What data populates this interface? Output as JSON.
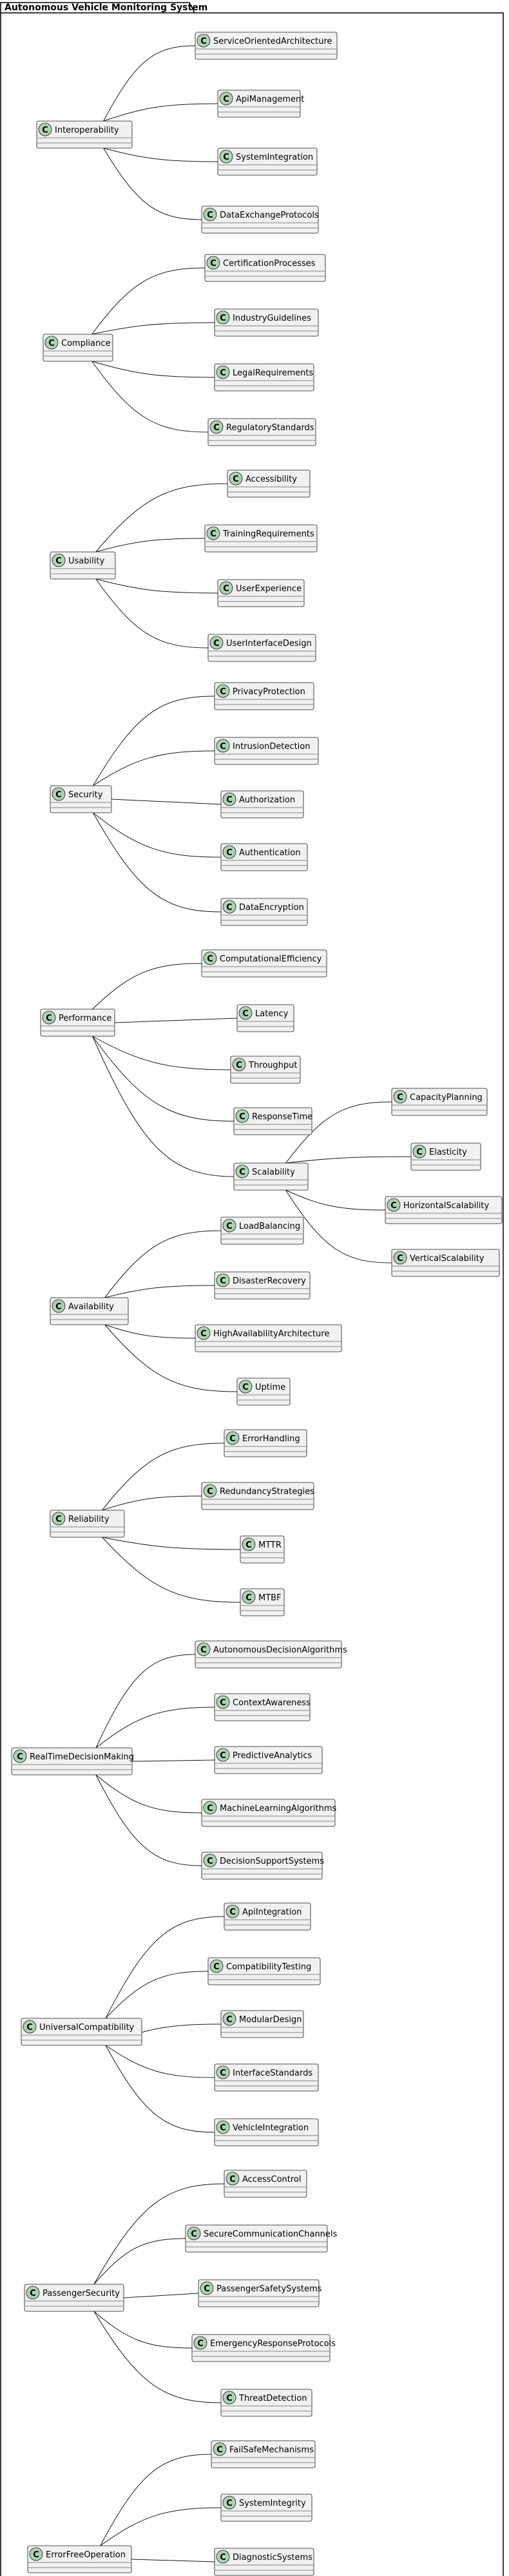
{
  "package": {
    "title": "Autonomous Vehicle Monitoring System"
  },
  "colors": {
    "class_fill": "#F1F1F1",
    "class_stroke": "#181818",
    "circle_fill": "#ADD1B2",
    "edge": "#181818"
  },
  "groups": [
    {
      "name": "Interoperability",
      "children": [
        "ServiceOrientedArchitecture",
        "ApiManagement",
        "SystemIntegration",
        "DataExchangeProtocols"
      ]
    },
    {
      "name": "Compliance",
      "children": [
        "CertificationProcesses",
        "IndustryGuidelines",
        "LegalRequirements",
        "RegulatoryStandards"
      ]
    },
    {
      "name": "Usability",
      "children": [
        "Accessibility",
        "TrainingRequirements",
        "UserExperience",
        "UserInterfaceDesign"
      ]
    },
    {
      "name": "Security",
      "children": [
        "PrivacyProtection",
        "IntrusionDetection",
        "Authorization",
        "Authentication",
        "DataEncryption"
      ]
    },
    {
      "name": "Performance",
      "children": [
        "ComputationalEfficiency",
        "Latency",
        "Throughput",
        "ResponseTime",
        "Scalability"
      ]
    },
    {
      "name": "Scalability",
      "children": [
        "CapacityPlanning",
        "Elasticity",
        "HorizontalScalability",
        "VerticalScalability"
      ]
    },
    {
      "name": "Availability",
      "children": [
        "LoadBalancing",
        "DisasterRecovery",
        "HighAvailabilityArchitecture",
        "Uptime"
      ]
    },
    {
      "name": "Reliability",
      "children": [
        "ErrorHandling",
        "RedundancyStrategies",
        "MTTR",
        "MTBF"
      ]
    },
    {
      "name": "RealTimeDecisionMaking",
      "children": [
        "AutonomousDecisionAlgorithms",
        "ContextAwareness",
        "PredictiveAnalytics",
        "MachineLearningAlgorithms",
        "DecisionSupportSystems"
      ]
    },
    {
      "name": "UniversalCompatibility",
      "children": [
        "ApiIntegration",
        "CompatibilityTesting",
        "ModularDesign",
        "InterfaceStandards",
        "VehicleIntegration"
      ]
    },
    {
      "name": "PassengerSecurity",
      "children": [
        "AccessControl",
        "SecureCommunicationChannels",
        "PassengerSafetySystems",
        "EmergencyResponseProtocols",
        "ThreatDetection"
      ]
    },
    {
      "name": "ErrorFreeOperation",
      "children": [
        "FailSafeMechanisms",
        "SystemIntegrity",
        "DiagnosticSystems"
      ]
    }
  ]
}
